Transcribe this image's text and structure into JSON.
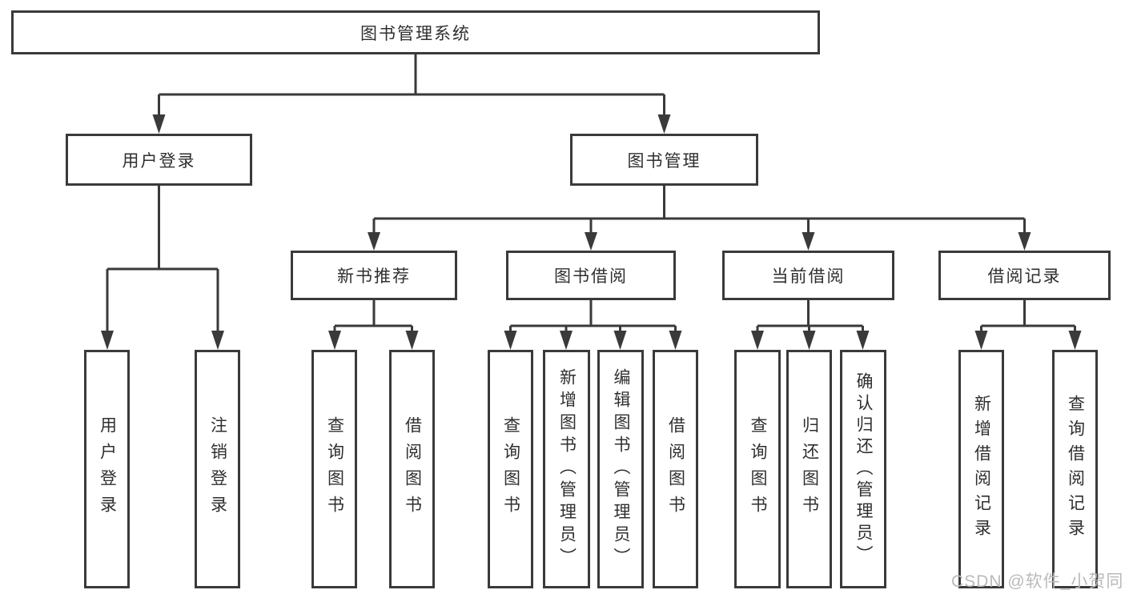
{
  "diagram": {
    "root": {
      "label": "图书管理系统",
      "children": [
        {
          "label": "用户登录",
          "children": [
            {
              "label": "用户登录"
            },
            {
              "label": "注销登录"
            }
          ]
        },
        {
          "label": "图书管理",
          "children": [
            {
              "label": "新书推荐",
              "children": [
                {
                  "label": "查询图书"
                },
                {
                  "label": "借阅图书"
                }
              ]
            },
            {
              "label": "图书借阅",
              "children": [
                {
                  "label": "查询图书"
                },
                {
                  "label": "新增图书（管理员）"
                },
                {
                  "label": "编辑图书（管理员）"
                },
                {
                  "label": "借阅图书"
                }
              ]
            },
            {
              "label": "当前借阅",
              "children": [
                {
                  "label": "查询图书"
                },
                {
                  "label": "归还图书"
                },
                {
                  "label": "确认归还（管理员）"
                }
              ]
            },
            {
              "label": "借阅记录",
              "children": [
                {
                  "label": "新增借阅记录"
                },
                {
                  "label": "查询借阅记录"
                }
              ]
            }
          ]
        }
      ]
    }
  },
  "watermark": {
    "text": "CSDN @软件_小贺同学"
  },
  "colors": {
    "line": "#3a3a3a",
    "text": "#2f2f2f",
    "watermark": "#bababa",
    "background": "#ffffff"
  }
}
